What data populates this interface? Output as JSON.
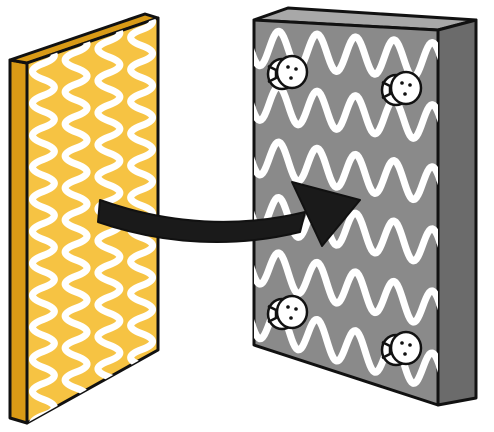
{
  "diagram": {
    "source_panel": {
      "shape": "flat-sheet",
      "fill_color": "#F6C343",
      "edge_color": "#D99A16",
      "pattern": "vertical-squiggle-lines",
      "pattern_color": "#FFFFFF",
      "squiggle_columns": 4
    },
    "target_panel": {
      "shape": "thick-block",
      "front_color": "#8A8A8A",
      "top_color": "#A8A8A8",
      "side_color": "#6B6B6B",
      "pattern": "horizontal-wave-lines",
      "pattern_color": "#FFFFFF",
      "wave_rows": 6,
      "clip_icons": [
        {
          "name": "clip-icon-top-left"
        },
        {
          "name": "clip-icon-top-right"
        },
        {
          "name": "clip-icon-bottom-left"
        },
        {
          "name": "clip-icon-bottom-right"
        }
      ]
    },
    "arrow": {
      "direction": "left-to-right",
      "color": "#1A1A1A",
      "style": "curved-thick"
    },
    "outline_color": "#111111"
  }
}
